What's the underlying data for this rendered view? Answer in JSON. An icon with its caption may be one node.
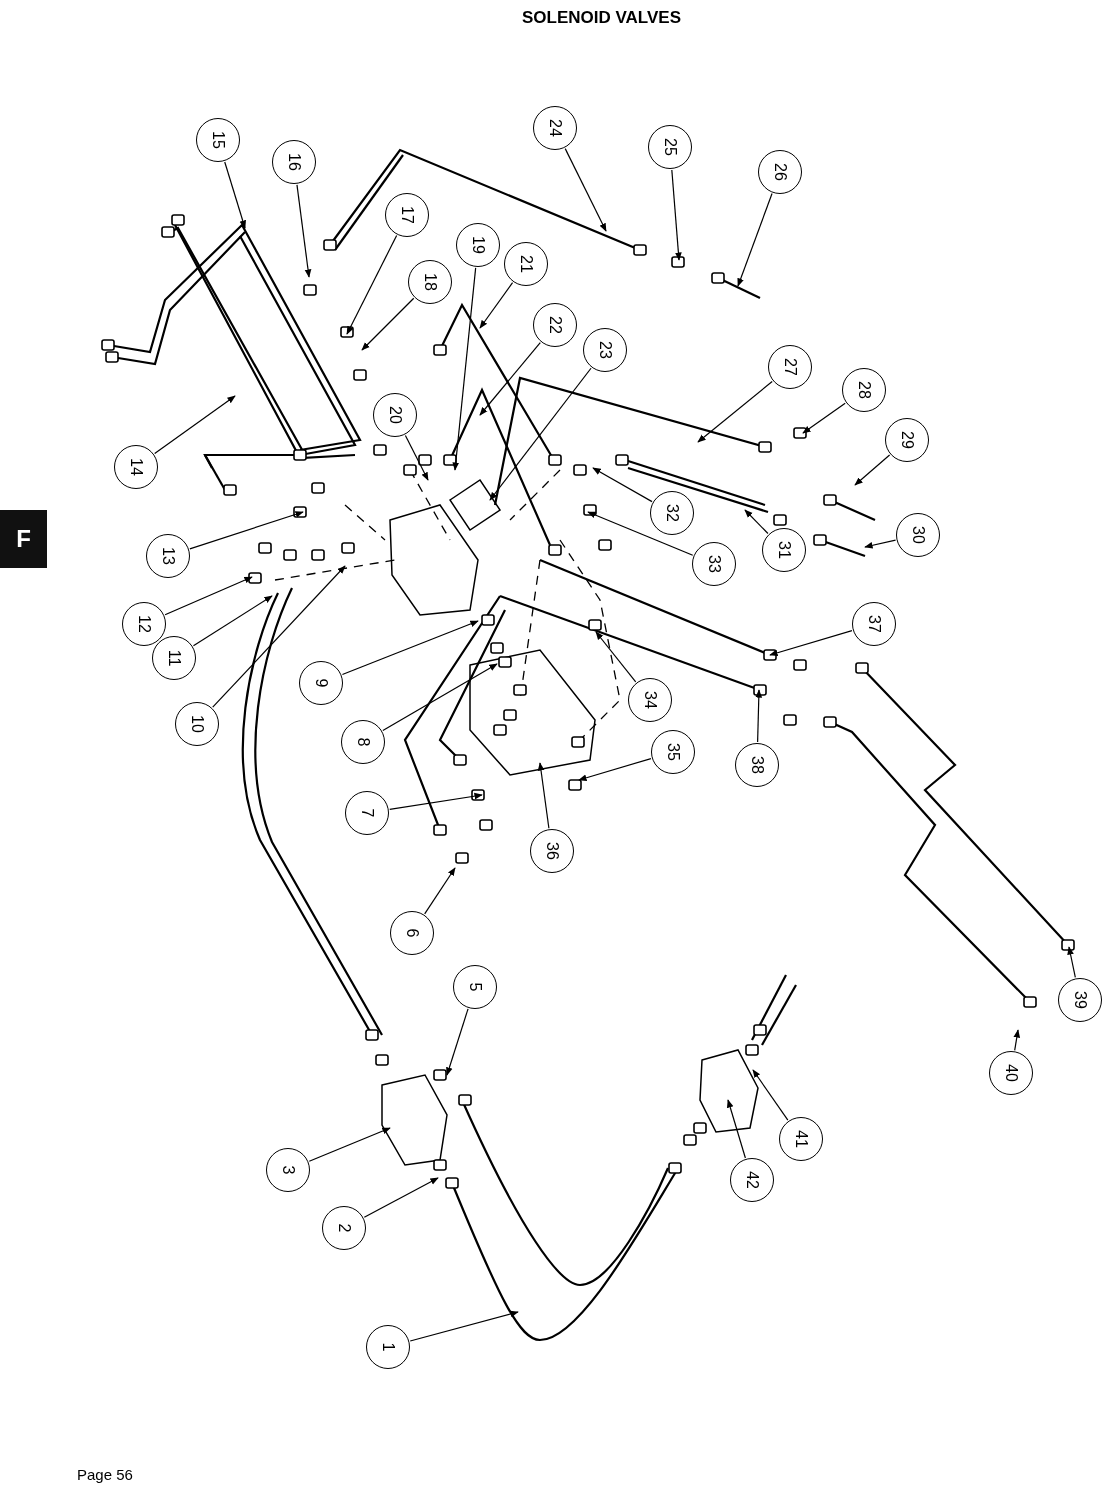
{
  "diagram": {
    "title": "SOLENOID VALVES",
    "nodes": [
      {
        "text": [
          "1"
        ]
      },
      {
        "text": [
          "2"
        ]
      },
      {
        "text": [
          "3"
        ]
      },
      {
        "text": [
          "5"
        ]
      },
      {
        "text": [
          "6"
        ]
      },
      {
        "text": [
          "7"
        ]
      },
      {
        "text": [
          "8"
        ]
      },
      {
        "text": [
          "9"
        ]
      },
      {
        "text": [
          "10"
        ]
      },
      {
        "text": [
          "11"
        ]
      },
      {
        "text": [
          "12"
        ]
      },
      {
        "text": [
          "13"
        ]
      },
      {
        "text": [
          "14"
        ]
      },
      {
        "text": [
          "15"
        ]
      },
      {
        "text": [
          "16"
        ]
      },
      {
        "text": [
          "17"
        ]
      },
      {
        "text": [
          "18"
        ]
      },
      {
        "text": [
          "19"
        ]
      },
      {
        "text": [
          "20"
        ]
      },
      {
        "text": [
          "21"
        ]
      },
      {
        "text": [
          "22"
        ]
      },
      {
        "text": [
          "23"
        ]
      },
      {
        "text": [
          "24"
        ]
      },
      {
        "text": [
          "25"
        ]
      },
      {
        "text": [
          "26"
        ]
      },
      {
        "text": [
          "27"
        ]
      },
      {
        "text": [
          "28"
        ]
      },
      {
        "text": [
          "29"
        ]
      },
      {
        "text": [
          "30"
        ]
      },
      {
        "text": [
          "31"
        ]
      },
      {
        "text": [
          "32"
        ]
      },
      {
        "text": [
          "33"
        ]
      },
      {
        "text": [
          "34"
        ]
      },
      {
        "text": [
          "35"
        ]
      },
      {
        "text": [
          "36"
        ]
      },
      {
        "text": [
          "37"
        ]
      },
      {
        "text": [
          "38"
        ]
      },
      {
        "text": [
          "39"
        ]
      },
      {
        "text": [
          "40"
        ]
      },
      {
        "text": [
          "41"
        ]
      },
      {
        "text": [
          "42"
        ]
      }
    ],
    "edges": [
      {
        "from": 0,
        "to": null,
        "arrow": "to"
      },
      {
        "from": 1,
        "to": null,
        "arrow": "to"
      },
      {
        "from": 2,
        "to": null,
        "arrow": "to"
      },
      {
        "from": 3,
        "to": null,
        "arrow": "to"
      },
      {
        "from": 4,
        "to": null,
        "arrow": "to"
      },
      {
        "from": 5,
        "to": null,
        "arrow": "to"
      },
      {
        "from": 6,
        "to": null,
        "arrow": "to"
      },
      {
        "from": 7,
        "to": null,
        "arrow": "to"
      },
      {
        "from": 8,
        "to": null,
        "arrow": "to"
      },
      {
        "from": 9,
        "to": null,
        "arrow": "to"
      },
      {
        "from": 10,
        "to": null,
        "arrow": "to"
      },
      {
        "from": 11,
        "to": null,
        "arrow": "to"
      },
      {
        "from": 12,
        "to": null,
        "arrow": "to"
      },
      {
        "from": 13,
        "to": null,
        "arrow": "to"
      },
      {
        "from": 14,
        "to": null,
        "arrow": "to"
      },
      {
        "from": 15,
        "to": null,
        "arrow": "to"
      },
      {
        "from": 16,
        "to": null,
        "arrow": "to"
      },
      {
        "from": 17,
        "to": null,
        "arrow": "to"
      },
      {
        "from": 18,
        "to": null,
        "arrow": "to"
      },
      {
        "from": 19,
        "to": null,
        "arrow": "to"
      },
      {
        "from": 20,
        "to": null,
        "arrow": "to"
      },
      {
        "from": 21,
        "to": null,
        "arrow": "to"
      },
      {
        "from": 22,
        "to": null,
        "arrow": "to"
      },
      {
        "from": 23,
        "to": null,
        "arrow": "to"
      },
      {
        "from": 24,
        "to": null,
        "arrow": "to"
      },
      {
        "from": 25,
        "to": null,
        "arrow": "to"
      },
      {
        "from": 26,
        "to": null,
        "arrow": "to"
      },
      {
        "from": 27,
        "to": null,
        "arrow": "to"
      },
      {
        "from": 28,
        "to": null,
        "arrow": "to"
      },
      {
        "from": 29,
        "to": null,
        "arrow": "to"
      },
      {
        "from": 30,
        "to": null,
        "arrow": "to"
      },
      {
        "from": 31,
        "to": null,
        "arrow": "to"
      },
      {
        "from": 32,
        "to": null,
        "arrow": "to"
      },
      {
        "from": 33,
        "to": null,
        "arrow": "to"
      },
      {
        "from": 34,
        "to": null,
        "arrow": "to"
      },
      {
        "from": 35,
        "to": null,
        "arrow": "to"
      },
      {
        "from": 36,
        "to": null,
        "arrow": "to"
      },
      {
        "from": 37,
        "to": null,
        "arrow": "to"
      },
      {
        "from": 38,
        "to": null,
        "arrow": "to"
      },
      {
        "from": 39,
        "to": null,
        "arrow": "to"
      },
      {
        "from": 40,
        "to": null,
        "arrow": "to"
      }
    ],
    "labels": [
      "F",
      "Page 56"
    ]
  }
}
